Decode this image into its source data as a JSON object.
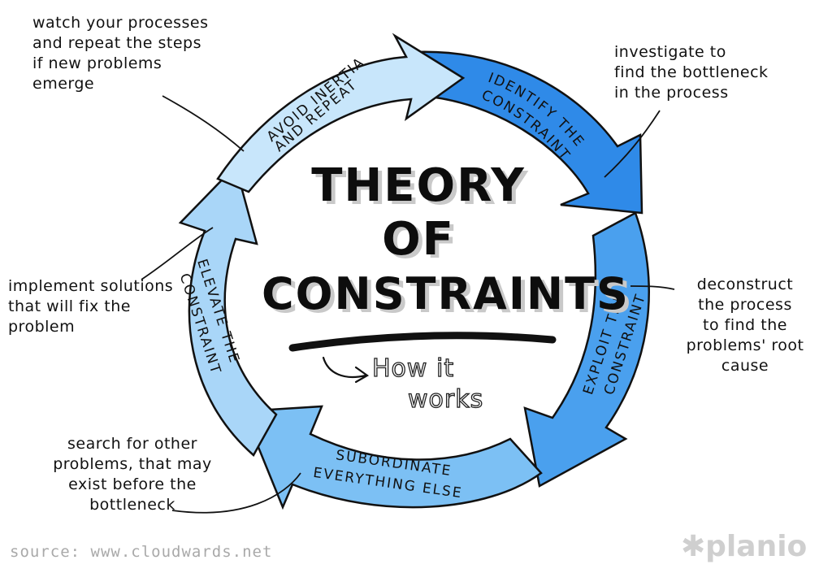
{
  "title": {
    "line1": "THEORY",
    "line2": "OF",
    "line3": "CONSTRAINTS",
    "subtitle_line1": "How it",
    "subtitle_line2": "works"
  },
  "cycle_steps": [
    {
      "label_line1": "IDENTIFY THE",
      "label_line2": "CONSTRAINT",
      "note": "investigate to\nfind the bottleneck\nin the process",
      "color": "#2f8ae8"
    },
    {
      "label_line1": "EXPLOIT THE",
      "label_line2": "CONSTRAINT",
      "note": "deconstruct\nthe process\nto find the\nproblems' root\ncause",
      "color": "#4aa0ee"
    },
    {
      "label_line1": "SUBORDINATE",
      "label_line2": "EVERYTHING ELSE",
      "note": "search for other\nproblems, that may\nexist before the\nbottleneck",
      "color": "#7cc0f4"
    },
    {
      "label_line1": "ELEVATE THE",
      "label_line2": "CONSTRAINT",
      "note": "implement solutions\nthat will fix the\nproblem",
      "color": "#a9d6f8"
    },
    {
      "label_line1": "AVOID INERTIA",
      "label_line2": "AND REPEAT",
      "note": "watch your processes\nand repeat the steps\nif new problems\nemerge",
      "color": "#c8e6fb"
    }
  ],
  "source": "source: www.cloudwards.net",
  "brand": "✱planio",
  "colors": {
    "outline": "#111111",
    "title_shadow": "#c9c9c9",
    "source_text": "#a9a9a9",
    "brand": "#cfcfcf"
  }
}
